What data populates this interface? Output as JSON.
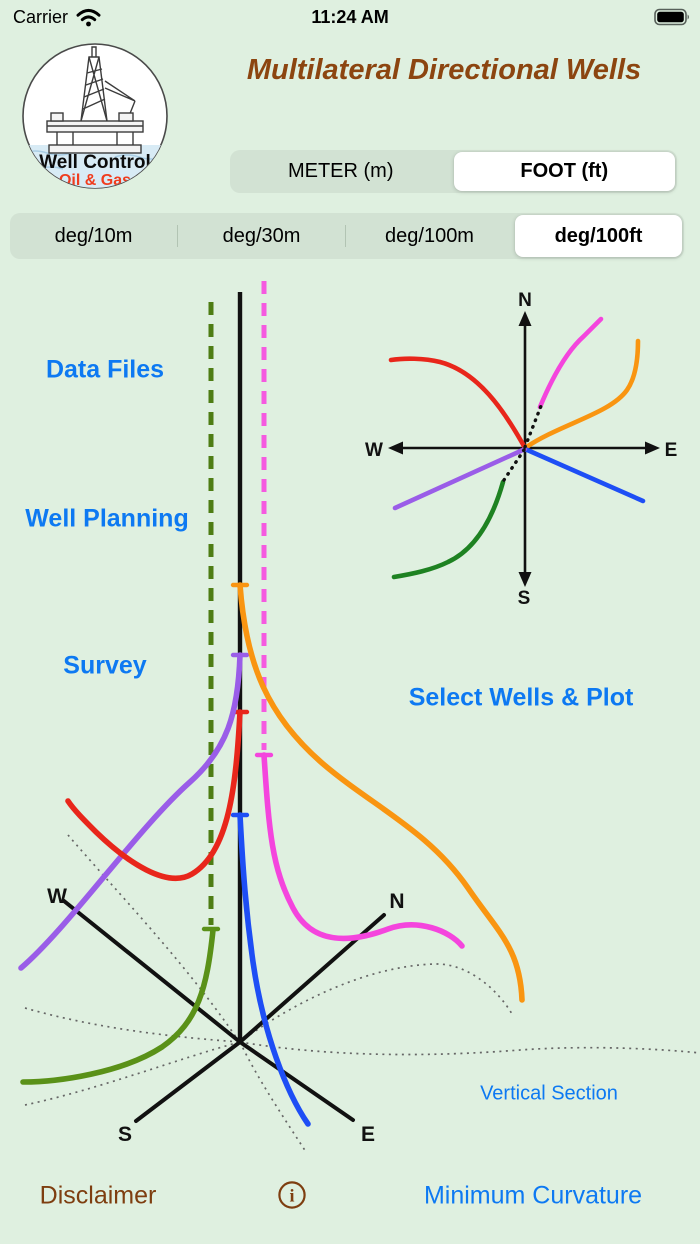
{
  "status_bar": {
    "carrier": "Carrier",
    "time": "11:24 AM"
  },
  "header": {
    "title": "Multilateral Directional Wells",
    "logo": {
      "line1": "Well Control",
      "line2": "Oil & Gas"
    }
  },
  "unit_segments": {
    "options": [
      "METER (m)",
      "FOOT (ft)"
    ],
    "selected": "FOOT (ft)"
  },
  "dls_segments": {
    "options": [
      "deg/10m",
      "deg/30m",
      "deg/100m",
      "deg/100ft"
    ],
    "selected": "deg/100ft"
  },
  "menu": {
    "data_files": "Data Files",
    "well_planning": "Well Planning",
    "survey": "Survey",
    "select_wells": "Select Wells & Plot",
    "vertical_section": "Vertical Section",
    "minimum_curvature": "Minimum Curvature",
    "disclaimer": "Disclaimer"
  },
  "compass": {
    "n": "N",
    "s": "S",
    "e": "E",
    "w": "W"
  },
  "axes3d": {
    "n": "N",
    "s": "S",
    "e": "E",
    "w": "W"
  },
  "colors": {
    "background": "#dff0e0",
    "accent_blue": "#0d79f2",
    "title_brown": "#8c4510",
    "disclaimer_brown": "#7e3e10",
    "segment_track": "#d2e2d3",
    "segment_selected": "#ffffff",
    "well_red": "#e8261b",
    "well_orange": "#f99511",
    "well_magenta": "#f445dd",
    "well_magenta_dashed": "#f55ae0",
    "well_blue": "#1e4ef5",
    "well_purple": "#9a5de8",
    "well_green_compass": "#1e8222",
    "well_green": "#5a9118",
    "well_green_dashed": "#4e7d14",
    "axis_black": "#111111",
    "projection_gray": "#666666"
  }
}
